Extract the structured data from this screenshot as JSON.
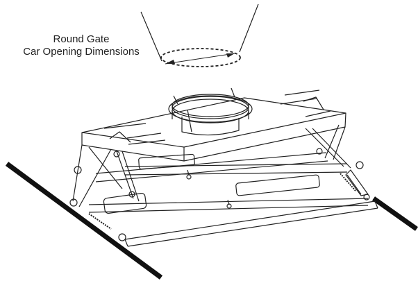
{
  "diagram": {
    "label_line1": "Round Gate",
    "label_line2": "Car Opening Dimensions",
    "colors": {
      "ink": "#222222",
      "background": "#ffffff",
      "rail": "#111111"
    },
    "components": [
      "conveyor-rail-left",
      "conveyor-rail-right",
      "round-gate-opening",
      "frame-top-plate",
      "scissor-frame",
      "pneumatic-cylinders",
      "chain-drive"
    ]
  }
}
